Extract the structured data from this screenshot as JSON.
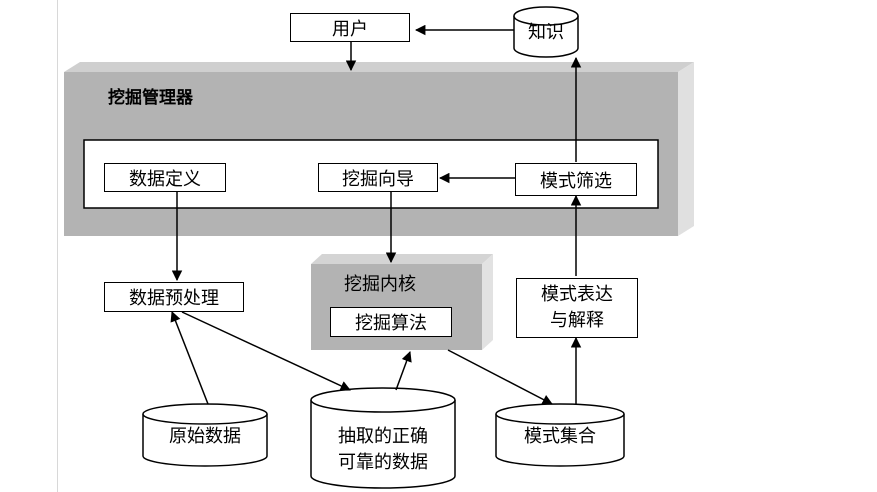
{
  "nodes": {
    "user": "用户",
    "knowledge": "知识",
    "mining_manager": "挖掘管理器",
    "data_definition": "数据定义",
    "mining_wizard": "挖掘向导",
    "pattern_filter": "模式筛选",
    "data_preprocessing": "数据预处理",
    "mining_kernel": "挖掘内核",
    "mining_algorithm": "挖掘算法",
    "pattern_expression_line1": "模式表达",
    "pattern_expression_line2": "与解释",
    "raw_data": "原始数据",
    "extracted_data_line1": "抽取的正确",
    "extracted_data_line2": "可靠的数据",
    "pattern_set": "模式集合"
  }
}
